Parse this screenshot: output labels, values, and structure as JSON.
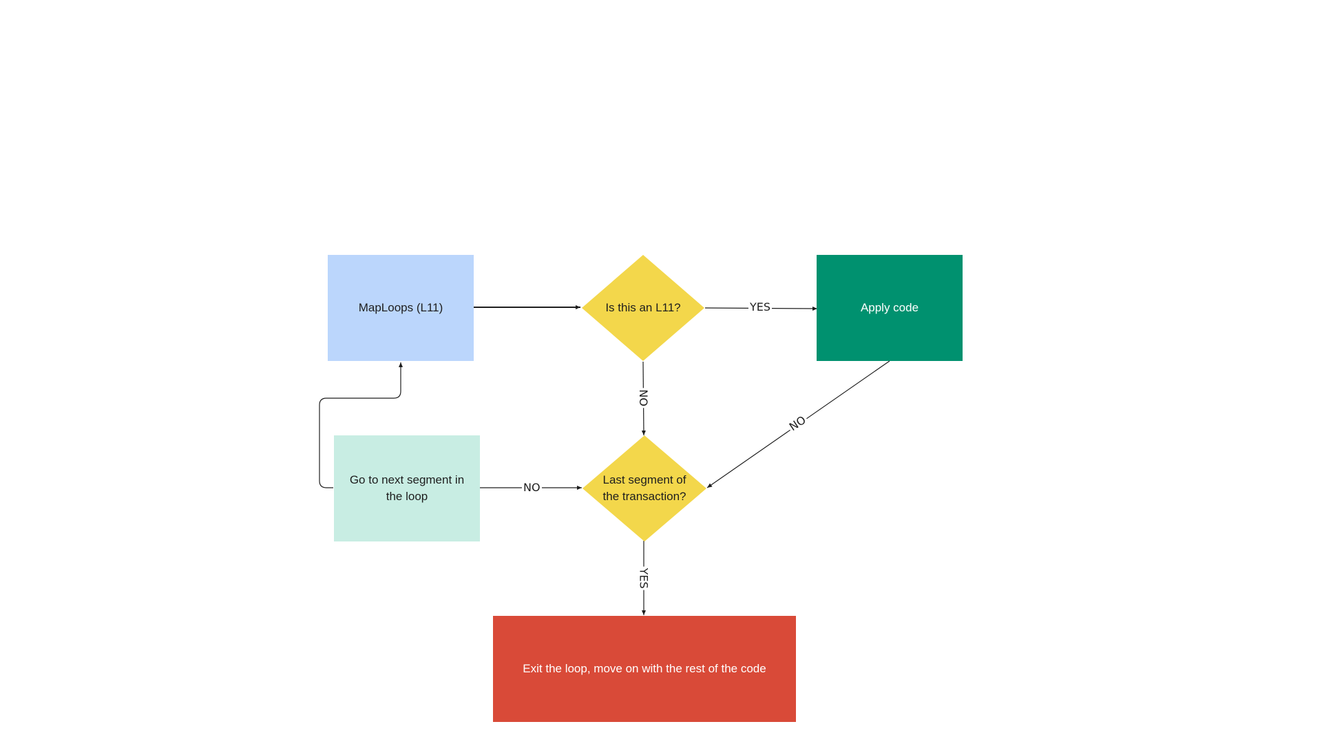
{
  "colors": {
    "start_node": "#bbd6fc",
    "decision": "#f3d74b",
    "apply_node": "#00916f",
    "next_segment_node": "#c8ede3",
    "exit_node": "#d94a38",
    "edge": "#1e1e1e",
    "dark_text": "#1e1e1e",
    "light_text": "#ffffff"
  },
  "nodes": {
    "maploops": "MapLoops (L11)",
    "is_l11": "Is this an L11?",
    "apply_code": "Apply code",
    "last_segment": "Last segment of the transaction?",
    "next_segment": "Go to next segment in the loop",
    "exit_loop": "Exit the loop, move on with the rest of the code"
  },
  "edges": {
    "is_l11_yes": "YES",
    "is_l11_no": "NO",
    "apply_no": "NO",
    "next_no": "NO",
    "last_yes": "YES"
  }
}
